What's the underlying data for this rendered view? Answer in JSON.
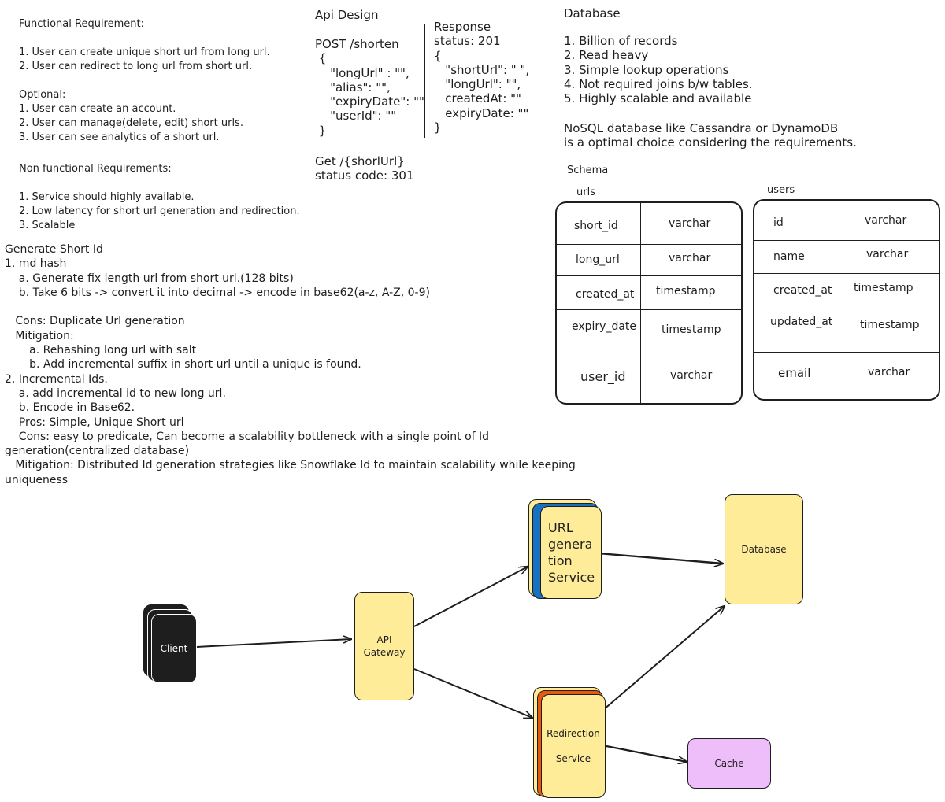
{
  "requirements": {
    "functional": "Functional Requirement:\n\n1. User can create unique short url from long url.\n2. User can redirect to long url from short url.\n\nOptional:\n1. User can create an account.\n2. User can manage(delete, edit) short urls.\n3. User can see analytics of a short url.",
    "non_functional": "Non functional Requirements:\n\n1. Service should highly available.\n2. Low latency for short url generation and redirection.\n3. Scalable"
  },
  "short_id": {
    "text": "Generate Short Id\n1. md hash\n    a. Generate fix length url from short url.(128 bits)\n    b. Take 6 bits -> convert it into decimal -> encode in base62(a-z, A-Z, 0-9)\n\n   Cons: Duplicate Url generation\n   Mitigation:\n       a. Rehashing long url with salt\n       b. Add incremental suffix in short url until a unique is found.\n2. Incremental Ids.\n    a. add incremental id to new long url.\n    b. Encode in Base62.\n    Pros: Simple, Unique Short url\n    Cons: easy to predicate, Can become a scalability bottleneck with a single point of Id\ngeneration(centralized database)\n   Mitigation: Distributed Id generation strategies like Snowflake Id to maintain scalability while keeping\nuniqueness"
  },
  "api": {
    "title": "Api Design",
    "request": "POST /shorten\n {\n    \"longUrl\" : \"\",\n    \"alias\": \"\",\n    \"expiryDate\": \"\"\n    \"userId\": \"\"\n }",
    "response": "Response\nstatus: 201\n{\n   \"shortUrl\": \" \",\n   \"longUrl\": \"\",\n   createdAt: \"\"\n   expiryDate: \"\"\n}",
    "get": "Get /{shorlUrl}\nstatus code: 301"
  },
  "database": {
    "title": "Database",
    "points": "1. Billion of records\n2. Read heavy\n3. Simple lookup operations\n4. Not required joins b/w tables.\n5. Highly scalable and available",
    "choice": "NoSQL database like Cassandra or DynamoDB\nis a optimal choice considering the requirements.",
    "schema_label": "Schema"
  },
  "tables": {
    "urls": {
      "name": "urls",
      "rows": [
        {
          "field": "short_id",
          "type": "varchar"
        },
        {
          "field": "long_url",
          "type": "varchar"
        },
        {
          "field": "created_at",
          "type": "timestamp"
        },
        {
          "field": "expiry_date",
          "type": "timestamp"
        },
        {
          "field": "user_id",
          "type": "varchar"
        }
      ]
    },
    "users": {
      "name": "users",
      "rows": [
        {
          "field": "id",
          "type": "varchar"
        },
        {
          "field": "name",
          "type": "varchar"
        },
        {
          "field": "created_at",
          "type": "timestamp"
        },
        {
          "field": "updated_at",
          "type": "timestamp"
        },
        {
          "field": "email",
          "type": "varchar"
        }
      ]
    }
  },
  "diagram": {
    "client": "Client",
    "gateway": "API\nGateway",
    "url_service": "URL\ngenera\ntion\nService",
    "database": "Database",
    "redirection": "Redirection\n\nService",
    "cache": "Cache",
    "colors": {
      "node_fill": "#ffec99",
      "client_fill": "#1e1e1e",
      "cache_fill": "#eebefa",
      "url_shadow": "#1971c2",
      "redirect_shadow": "#e8590c"
    }
  }
}
